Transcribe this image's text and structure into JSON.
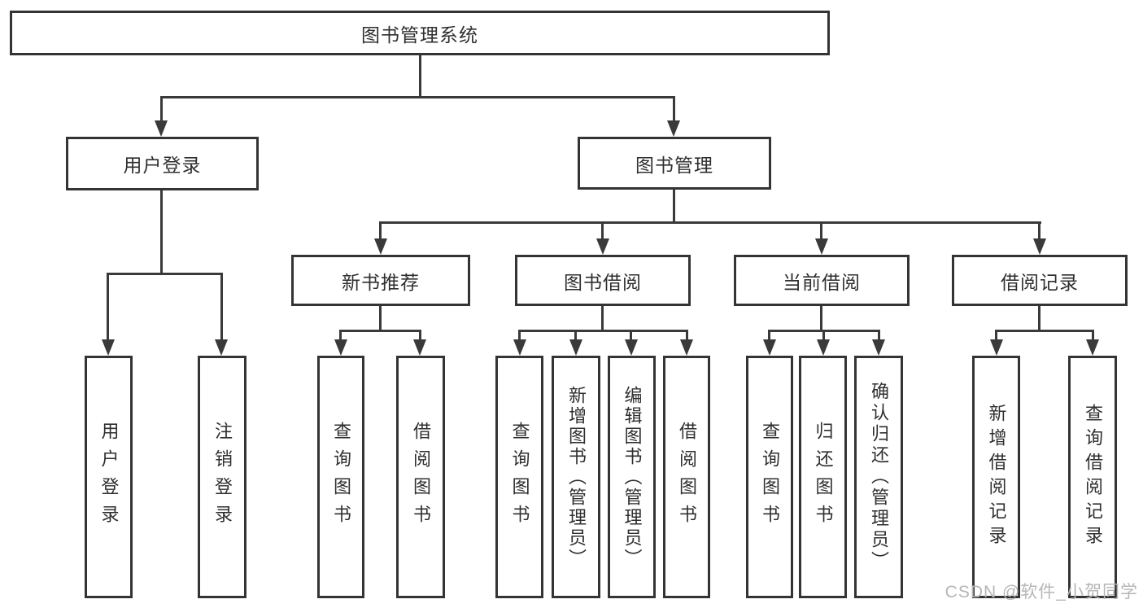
{
  "diagram": {
    "title": "图书管理系统",
    "nodes": {
      "root": "图书管理系统",
      "user_login": "用户登录",
      "book_mgmt": "图书管理",
      "new_book_rec": "新书推荐",
      "book_borrow": "图书借阅",
      "current_borrow": "当前借阅",
      "borrow_records": "借阅记录",
      "leaves_user_login": [
        "用户登录",
        "注销登录"
      ],
      "leaves_new_book": [
        "查询图书",
        "借阅图书"
      ],
      "leaves_book_borrow": [
        "查询图书",
        "新增图书（管理员）",
        "编辑图书（管理员）",
        "借阅图书"
      ],
      "leaves_current": [
        "查询图书",
        "归还图书",
        "确认归还（管理员）"
      ],
      "leaves_records": [
        "新增借阅记录",
        "查询借阅记录"
      ]
    },
    "colors": {
      "line": "#3a3a3a",
      "border": "#343434",
      "text": "#2f2f2f",
      "background": "#ffffff",
      "watermark": "#b6b6b6"
    }
  },
  "watermark": {
    "text": "CSDN @软件_小贺同学"
  }
}
